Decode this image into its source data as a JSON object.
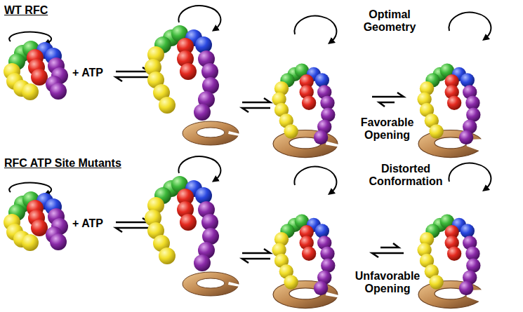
{
  "diagram": {
    "labels": [
      "WT RFC",
      "+ ATP",
      "Optimal Geometry",
      "Favorable Opening",
      "RFC ATP Site Mutants",
      "+ ATP",
      "Distorted Conformation",
      "Unfavorable Opening"
    ]
  }
}
